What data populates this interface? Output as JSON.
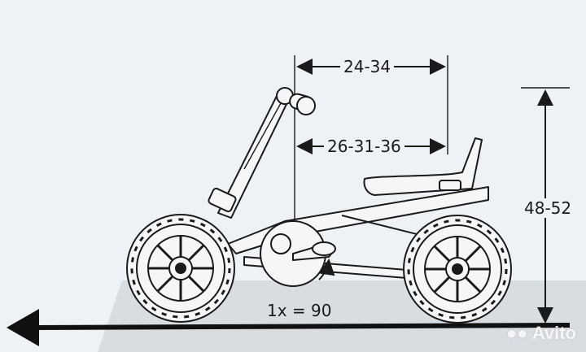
{
  "dimensions": {
    "top_width": "24-34",
    "seat_to_pedal": "26-31-36",
    "height": "48-52",
    "pedal_rotation": "1x = 90"
  },
  "watermark": {
    "text": "Avito",
    "icon": "avito-dots-icon"
  },
  "colors": {
    "background": "#eef2f6",
    "line": "#1a1a1a",
    "ground_shadow": "#d6dade"
  }
}
